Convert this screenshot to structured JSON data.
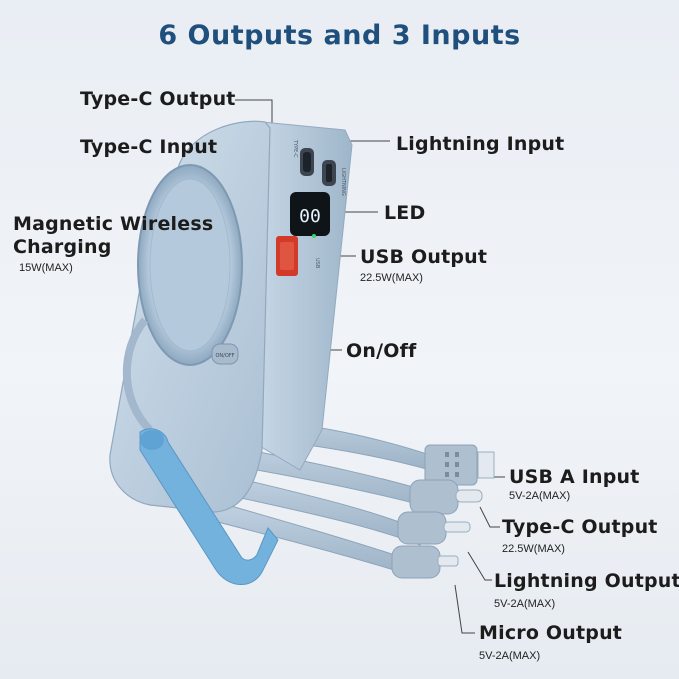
{
  "title": "6 Outputs and 3 Inputs",
  "labels": {
    "typec_output": "Type-C Output",
    "typec_input": "Type-C  Input",
    "lightning_input": "Lightning Input",
    "led": "LED",
    "wireless": "Magnetic Wireless",
    "wireless2": "Charging",
    "wireless_spec": "15W(MAX)",
    "usb_output": "USB Output",
    "usb_output_spec": "22.5W(MAX)",
    "onoff": "On/Off",
    "usba_input": "USB A Input",
    "usba_input_spec": "5V-2A(MAX)",
    "typec_cable_output": "Type-C Output",
    "typec_cable_output_spec": "22.5W(MAX)",
    "lightning_output": "Lightning Output",
    "lightning_output_spec": "5V-2A(MAX)",
    "micro_output": "Micro Output",
    "micro_output_spec": "5V-2A(MAX)"
  },
  "device": {
    "display": "00",
    "port_label_typec": "TYPE-C",
    "port_label_lightning": "LIGHTNING",
    "port_label_usb": "USB",
    "button_label": "ON/OFF",
    "body_color": "#b9cde0",
    "strap_color": "#74b2de"
  }
}
